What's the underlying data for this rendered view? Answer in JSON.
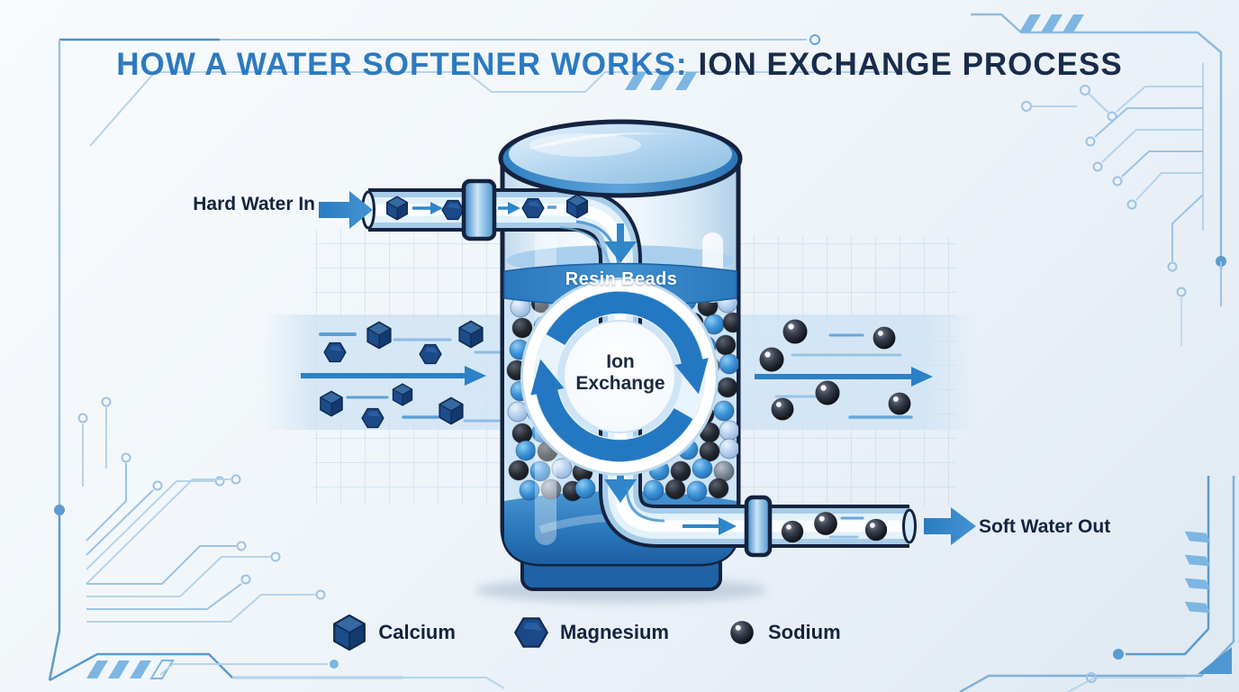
{
  "title": {
    "part1": "HOW A WATER SOFTENER WORKS:",
    "part2": "ION EXCHANGE PROCESS"
  },
  "diagram": {
    "inlet_label": "Hard Water In",
    "outlet_label": "Soft Water Out",
    "tank_band_label": "Resin Beads",
    "center_label_line1": "Ion",
    "center_label_line2": "Exchange"
  },
  "legend": {
    "items": [
      {
        "label": "Calcium",
        "icon": "calcium-cube-icon",
        "color": "#1c4c8c"
      },
      {
        "label": "Magnesium",
        "icon": "magnesium-hexagon-icon",
        "color": "#1b4988"
      },
      {
        "label": "Sodium",
        "icon": "sodium-sphere-icon",
        "color": "#1b1e27"
      }
    ]
  },
  "colors": {
    "accent_blue": "#2b7ac2",
    "navy": "#14233f",
    "band_blue": "#2e7fc2",
    "light_band": "#cfe4f5"
  }
}
